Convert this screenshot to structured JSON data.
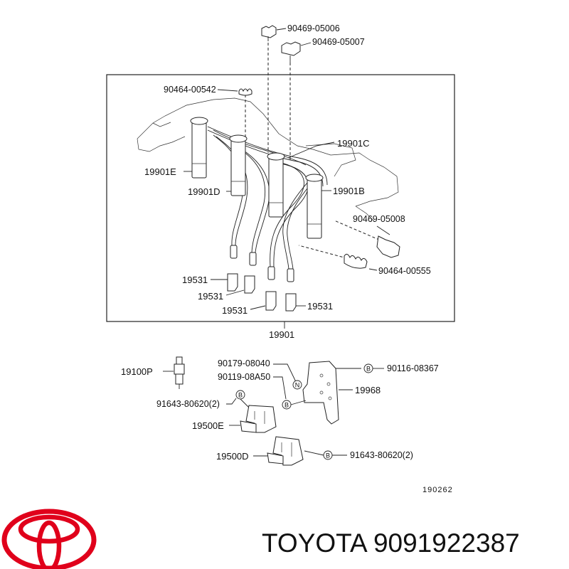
{
  "diagram": {
    "callouts": {
      "clamp_90469_05006": "90469-05006",
      "clamp_90469_05007": "90469-05007",
      "clamp_90464_00542": "90464-00542",
      "cord_19901C": "19901C",
      "cord_19901E": "19901E",
      "cord_19901D": "19901D",
      "cord_19901B": "19901B",
      "clamp_90469_05008": "90469-05008",
      "clamp_90464_00555": "90464-00555",
      "boot_a": "19531",
      "boot_b": "19531",
      "boot_c": "19531",
      "boot_d": "19531",
      "cord_set": "19901",
      "spark_plug": "19100P",
      "bolt_90179": "90179-08040",
      "bolt_90119": "90119-08A50",
      "bolt_90116": "90116-08367",
      "bracket": "19968",
      "bolt_91643_top": "91643-80620(2)",
      "coil_E": "19500E",
      "coil_D": "19500D",
      "bolt_91643_bottom": "91643-80620(2)",
      "figure_code": "190262"
    },
    "circle_marks": {
      "n_mark": "N",
      "b_mark_1": "B",
      "b_mark_2": "B",
      "b_mark_3": "B",
      "b_mark_4": "B"
    }
  },
  "footer": {
    "brand_text": "TOYOTA 9091922387",
    "logo_color": "#e0001b"
  }
}
